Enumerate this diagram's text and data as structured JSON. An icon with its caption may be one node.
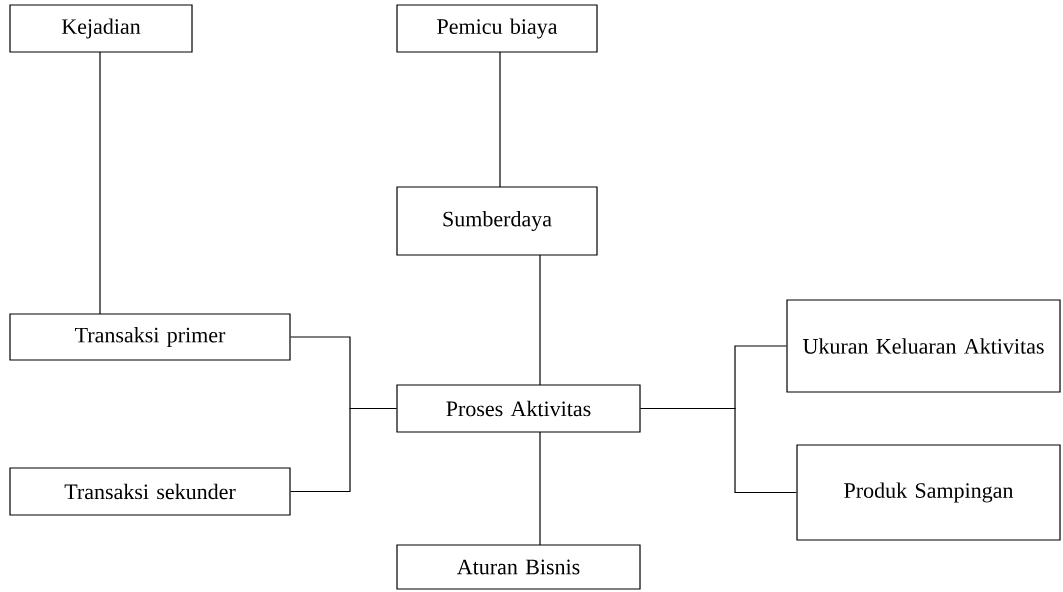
{
  "diagram": {
    "nodes": [
      {
        "text": [
          "Kejadian"
        ]
      },
      {
        "text": [
          "Pemicu biaya"
        ]
      },
      {
        "text": [
          "Sumberdaya"
        ]
      },
      {
        "text": [
          "Transaksi primer"
        ]
      },
      {
        "text": [
          "Ukuran Keluaran Aktivitas"
        ]
      },
      {
        "text": [
          "Proses Aktivitas"
        ]
      },
      {
        "text": [
          "Produk Sampingan"
        ]
      },
      {
        "text": [
          "Transaksi sekunder"
        ]
      },
      {
        "text": [
          "Aturan Bisnis"
        ]
      }
    ],
    "edges": [
      {
        "from": 0,
        "to": 3,
        "arrow": "none"
      },
      {
        "from": 1,
        "to": 2,
        "arrow": "none"
      },
      {
        "from": 2,
        "to": 5,
        "arrow": "none"
      },
      {
        "from": 3,
        "to": 5,
        "arrow": "none"
      },
      {
        "from": 7,
        "to": 5,
        "arrow": "none"
      },
      {
        "from": 5,
        "to": 4,
        "arrow": "none"
      },
      {
        "from": 5,
        "to": 6,
        "arrow": "none"
      },
      {
        "from": 5,
        "to": 8,
        "arrow": "none"
      }
    ]
  }
}
